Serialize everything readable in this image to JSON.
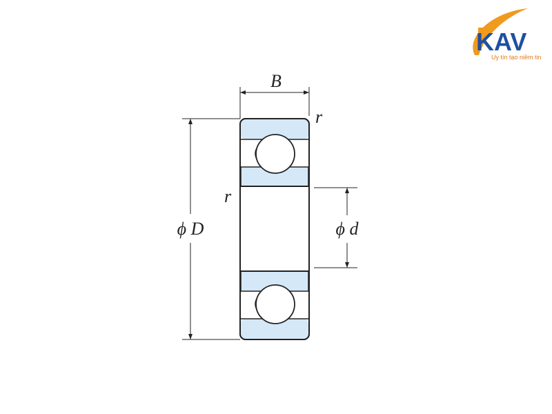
{
  "diagram": {
    "labels": {
      "width": "B",
      "radius_top": "r",
      "radius_left": "r",
      "outer_diameter": "ϕ D",
      "inner_diameter": "ϕ d"
    },
    "colors": {
      "ring_fill": "#d4e8f8",
      "outline": "#222222"
    }
  },
  "logo": {
    "brand": "KAV",
    "tagline": "Uy tín tạo niềm tin",
    "colors": {
      "blue": "#1e4fa0",
      "orange": "#f09a1e"
    }
  }
}
